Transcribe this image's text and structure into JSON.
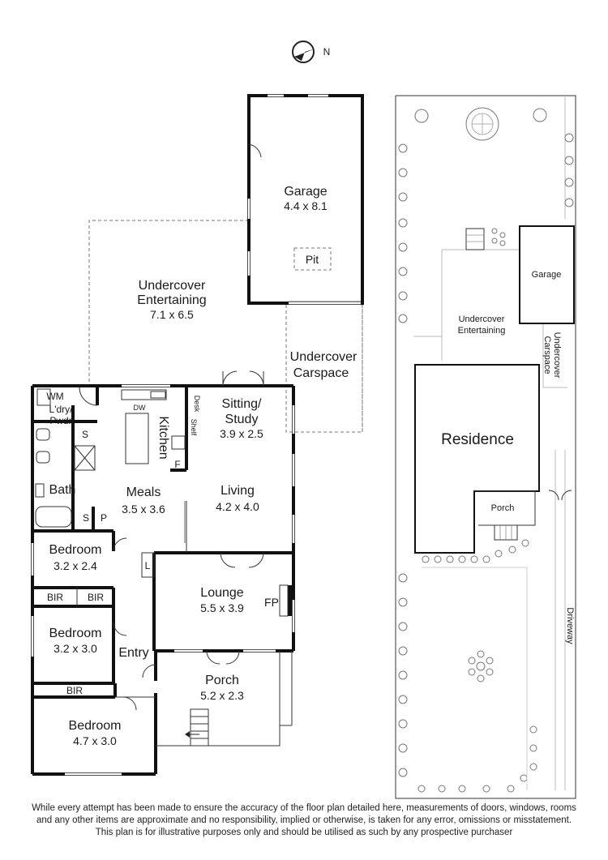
{
  "compass": {
    "label": "N"
  },
  "rooms": {
    "garage": {
      "name": "Garage",
      "dims": "4.4 x 8.1"
    },
    "pit": {
      "name": "Pit"
    },
    "undercover_entertaining": {
      "line1": "Undercover",
      "line2": "Entertaining",
      "dims": "7.1 x 6.5"
    },
    "undercover_carspace": {
      "line1": "Undercover",
      "line2": "Carspace"
    },
    "wm": {
      "name": "WM"
    },
    "laundry": {
      "line1": "L'dry/",
      "line2": "Pwdr"
    },
    "dw": {
      "name": "DW"
    },
    "desk": {
      "name": "Desk"
    },
    "shelf": {
      "name": "Shelf"
    },
    "kitchen": {
      "name": "Kitchen"
    },
    "sitting": {
      "line1": "Sitting/",
      "line2": "Study",
      "dims": "3.9 x 2.5"
    },
    "s_top": {
      "name": "S"
    },
    "f": {
      "name": "F"
    },
    "bath": {
      "name": "Bath"
    },
    "meals": {
      "name": "Meals",
      "dims": "3.5 x 3.6"
    },
    "living": {
      "name": "Living",
      "dims": "4.2 x 4.0"
    },
    "s_bottom": {
      "name": "S"
    },
    "p": {
      "name": "P"
    },
    "bedroom1": {
      "name": "Bedroom",
      "dims": "3.2 x 2.4"
    },
    "l": {
      "name": "L"
    },
    "lounge": {
      "name": "Lounge",
      "dims": "5.5 x 3.9"
    },
    "fp": {
      "name": "FP"
    },
    "bir1": {
      "name": "BIR"
    },
    "bir2": {
      "name": "BIR"
    },
    "bedroom2": {
      "name": "Bedroom",
      "dims": "3.2 x 3.0"
    },
    "entry": {
      "name": "Entry"
    },
    "porch": {
      "name": "Porch",
      "dims": "5.2 x 2.3"
    },
    "bir3": {
      "name": "BIR"
    },
    "bedroom3": {
      "name": "Bedroom",
      "dims": "4.7 x 3.0"
    }
  },
  "site_plan": {
    "garage": "Garage",
    "undercover_entertaining": {
      "line1": "Undercover",
      "line2": "Entertaining"
    },
    "undercover_carspace": {
      "line1": "Undercover",
      "line2": "Carspace"
    },
    "residence": "Residence",
    "porch": "Porch",
    "driveway": "Driveway"
  },
  "disclaimer": {
    "line1": "While every attempt has been made to ensure the accuracy of the floor plan detailed here, measurements of doors, windows, rooms",
    "line2": "and any other items are approximate and no responsibility, implied or otherwise, is taken for any error, omissions or misstatement.",
    "line3": "This plan is for illustrative purposes only and should be utilised as such by any prospective purchaser"
  }
}
